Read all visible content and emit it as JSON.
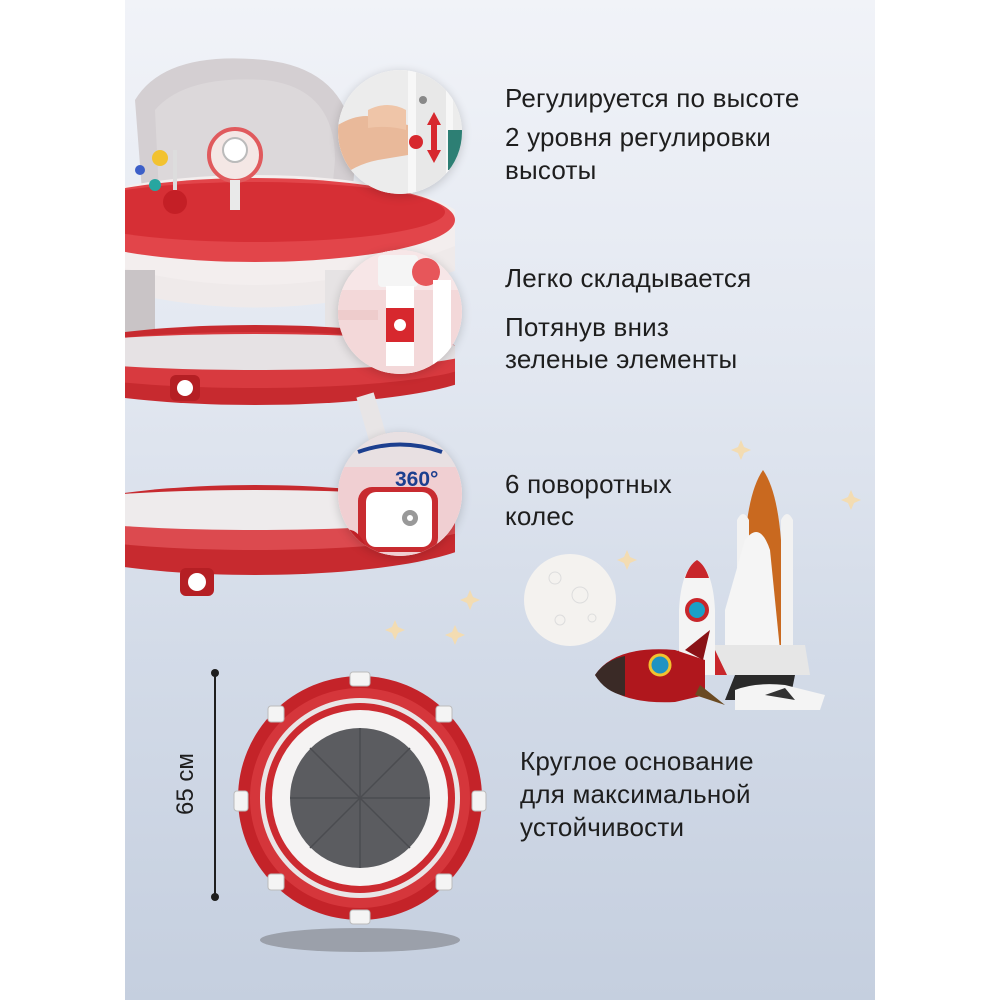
{
  "features": {
    "height": {
      "title": "Регулируется  по высоте",
      "line2": "2 уровня регулировки",
      "line3": "высоты"
    },
    "fold": {
      "title": "Легко складывается",
      "line2": "Потянув вниз",
      "line3": "зеленые элементы"
    },
    "wheels": {
      "badge": "360°",
      "line1": "6 поворотных",
      "line2": "колес"
    },
    "base": {
      "dimension": "65 см",
      "line1": "Круглое основание",
      "line2": "для максимальной",
      "line3": "устойчивости"
    }
  },
  "colors": {
    "accent_red": "#c8262b",
    "background_top": "#f1f3f8",
    "background_bottom": "#c5cfdf",
    "badge_blue": "#1c3f8f"
  }
}
